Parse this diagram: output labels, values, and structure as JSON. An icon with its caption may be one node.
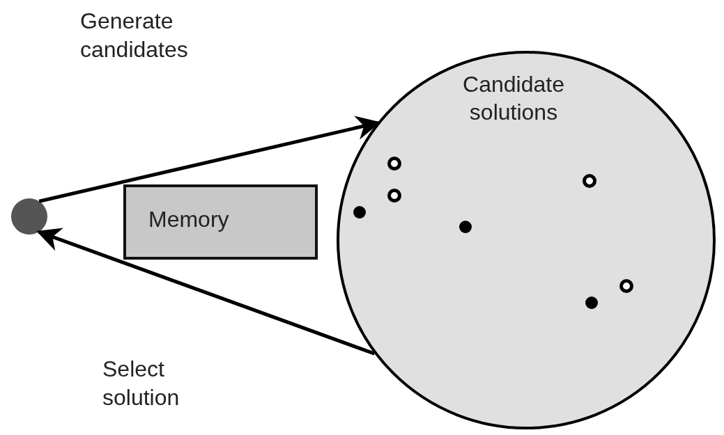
{
  "diagram": {
    "nodes": [
      {
        "text": [],
        "shape": "circle"
      },
      {
        "text": [
          "Memory"
        ]
      },
      {
        "text": [
          "Candidate solutions"
        ]
      }
    ],
    "edges": [
      {
        "from": 0,
        "to": 2,
        "arrow": "to",
        "label": "Generate candidates"
      },
      {
        "from": 2,
        "to": 0,
        "arrow": "to",
        "label": "Select solution"
      }
    ]
  }
}
